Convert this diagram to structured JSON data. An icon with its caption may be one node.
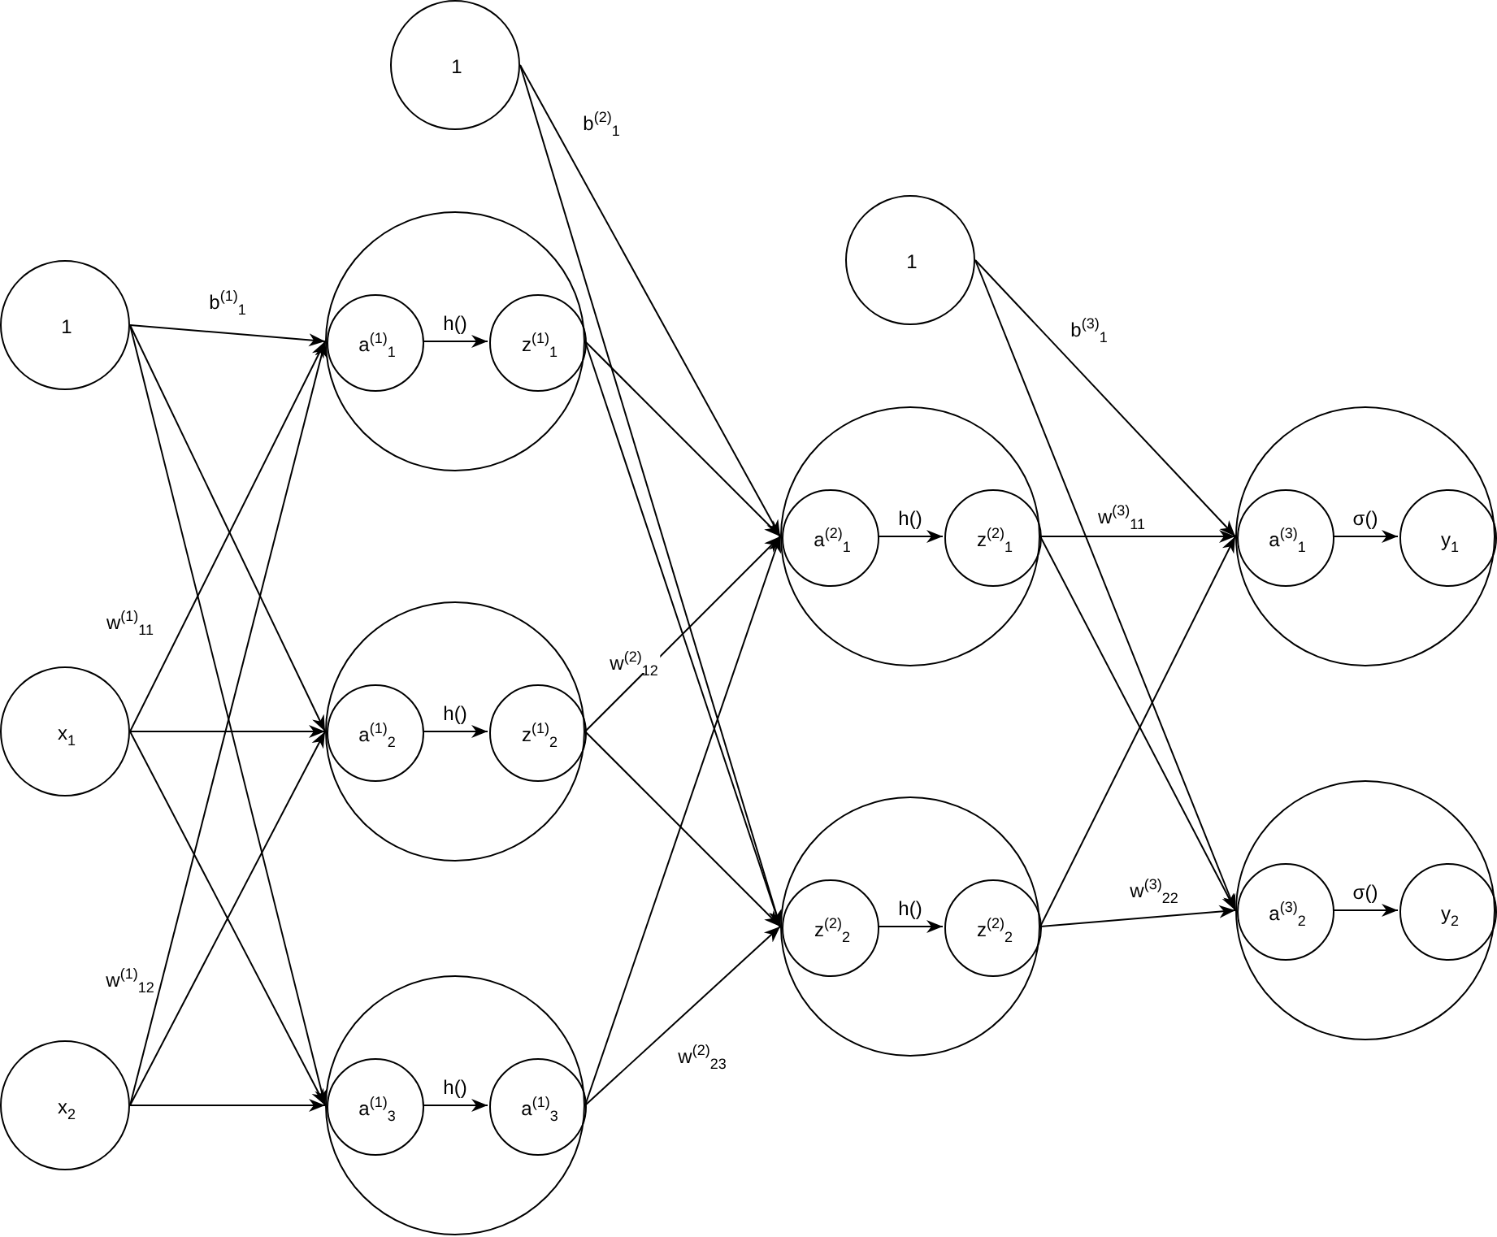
{
  "diagram": {
    "nodes": [
      {
        "text": [
          "1"
        ]
      },
      {
        "text": [
          "x$_{1}$"
        ]
      },
      {
        "text": [
          "x$_{2}$"
        ]
      },
      {
        "text": [],
        "shape": "circle"
      },
      {
        "text": [
          "a$^{(1)}$$_{1}$"
        ],
        "in": 3
      },
      {
        "text": [
          "z$^{(1)}$$_{1}$"
        ],
        "in": 3
      },
      {
        "text": [],
        "shape": "circle"
      },
      {
        "text": [
          "a$^{(1)}$$_{2}$"
        ],
        "in": 6
      },
      {
        "text": [
          "z$^{(1)}$$_{2}$"
        ],
        "in": 6
      },
      {
        "text": [],
        "shape": "circle"
      },
      {
        "text": [
          "a$^{(1)}$$_{3}$"
        ],
        "in": 9
      },
      {
        "text": [
          "a$^{(1)}$$_{3}$"
        ],
        "in": 9
      },
      {
        "text": [
          "1"
        ]
      },
      {
        "text": [],
        "shape": "circle"
      },
      {
        "text": [
          "a$^{(2)}$$_{1}$"
        ],
        "in": 13
      },
      {
        "text": [
          "z$^{(2)}$$_{1}$"
        ],
        "in": 13
      },
      {
        "text": [],
        "shape": "circle"
      },
      {
        "text": [
          "z$^{(2)}$$_{2}$"
        ],
        "in": 16
      },
      {
        "text": [
          "z$^{(2)}$$_{2}$"
        ],
        "in": 16
      },
      {
        "text": [
          "1"
        ]
      },
      {
        "text": [],
        "shape": "circle"
      },
      {
        "text": [
          "a$^{(3)}$$_{1}$"
        ],
        "in": 20
      },
      {
        "text": [
          "y$_{1}$"
        ],
        "in": 20
      },
      {
        "text": [],
        "shape": "circle"
      },
      {
        "text": [
          "a$^{(3)}$$_{2}$"
        ],
        "in": 23
      },
      {
        "text": [
          "y$_{2}$"
        ],
        "in": 23
      }
    ],
    "edges": [
      {
        "from": 0,
        "to": 4,
        "arrow": "to",
        "label": "b$^{(1)}$$_{1}$"
      },
      {
        "from": 0,
        "to": 7,
        "arrow": "to"
      },
      {
        "from": 0,
        "to": 10,
        "arrow": "to"
      },
      {
        "from": 1,
        "to": 4,
        "arrow": "to",
        "label": "w$^{(1)}$$_{11}$"
      },
      {
        "from": 1,
        "to": 7,
        "arrow": "to"
      },
      {
        "from": 1,
        "to": 10,
        "arrow": "to"
      },
      {
        "from": 2,
        "to": 4,
        "arrow": "to",
        "label": "w$^{(1)}$$_{12}$"
      },
      {
        "from": 2,
        "to": 7,
        "arrow": "to"
      },
      {
        "from": 2,
        "to": 10,
        "arrow": "to"
      },
      {
        "from": 4,
        "to": 5,
        "arrow": "to",
        "label": "h()"
      },
      {
        "from": 7,
        "to": 8,
        "arrow": "to",
        "label": "h()"
      },
      {
        "from": 10,
        "to": 11,
        "arrow": "to",
        "label": "h()"
      },
      {
        "from": 12,
        "to": 14,
        "arrow": "to",
        "label": "b$^{(2)}$$_{1}$"
      },
      {
        "from": 12,
        "to": 17,
        "arrow": "to"
      },
      {
        "from": 5,
        "to": 14,
        "arrow": "to"
      },
      {
        "from": 5,
        "to": 17,
        "arrow": "to"
      },
      {
        "from": 8,
        "to": 14,
        "arrow": "to",
        "label": "w$^{(2)}$$_{12}$"
      },
      {
        "from": 8,
        "to": 17,
        "arrow": "to"
      },
      {
        "from": 11,
        "to": 14,
        "arrow": "to"
      },
      {
        "from": 11,
        "to": 17,
        "arrow": "to",
        "label": "w$^{(2)}$$_{23}$"
      },
      {
        "from": 14,
        "to": 15,
        "arrow": "to",
        "label": "h()"
      },
      {
        "from": 17,
        "to": 18,
        "arrow": "to",
        "label": "h()"
      },
      {
        "from": 19,
        "to": 21,
        "arrow": "to",
        "label": "b$^{(3)}$$_{1}$"
      },
      {
        "from": 19,
        "to": 24,
        "arrow": "to"
      },
      {
        "from": 15,
        "to": 21,
        "arrow": "to",
        "label": "w$^{(3)}$$_{11}$"
      },
      {
        "from": 15,
        "to": 24,
        "arrow": "to"
      },
      {
        "from": 18,
        "to": 21,
        "arrow": "to"
      },
      {
        "from": 18,
        "to": 24,
        "arrow": "to",
        "label": "w$^{(3)}$$_{22}$"
      },
      {
        "from": 21,
        "to": 22,
        "arrow": "to",
        "label": "σ()"
      },
      {
        "from": 24,
        "to": 25,
        "arrow": "to",
        "label": "σ()"
      }
    ]
  }
}
